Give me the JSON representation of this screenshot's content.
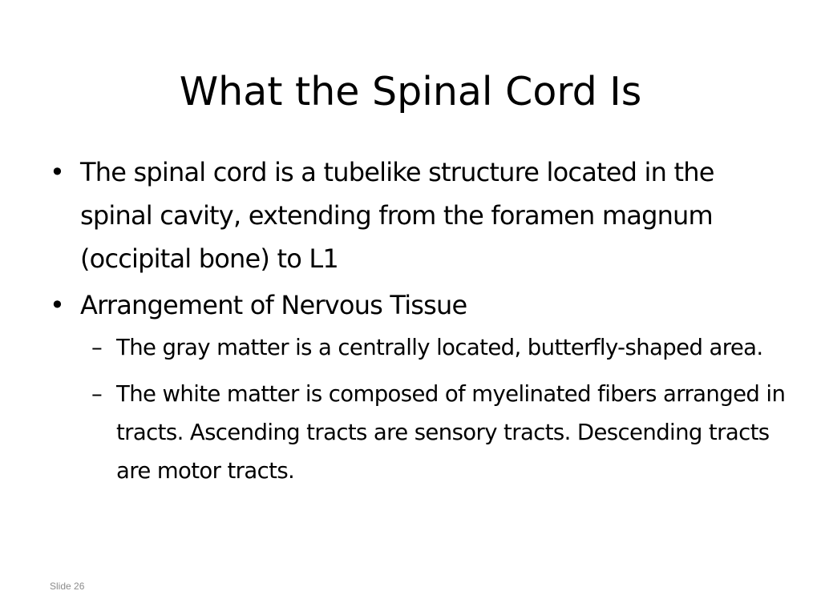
{
  "slide": {
    "title": "What the Spinal Cord Is",
    "bullets": [
      {
        "marker": "•",
        "text": "The spinal cord is a tubelike structure located in the spinal cavity, extending from the foramen magnum (occipital bone) to L1"
      },
      {
        "marker": "•",
        "text": "Arrangement of Nervous Tissue",
        "sub": [
          {
            "marker": "–",
            "text": "The gray matter is a centrally located, butterfly-shaped area."
          },
          {
            "marker": "–",
            "text": "The white matter is composed of myelinated fibers arranged in tracts. Ascending tracts are sensory tracts. Descending tracts are motor tracts."
          }
        ]
      }
    ],
    "footer": "Slide 26"
  }
}
